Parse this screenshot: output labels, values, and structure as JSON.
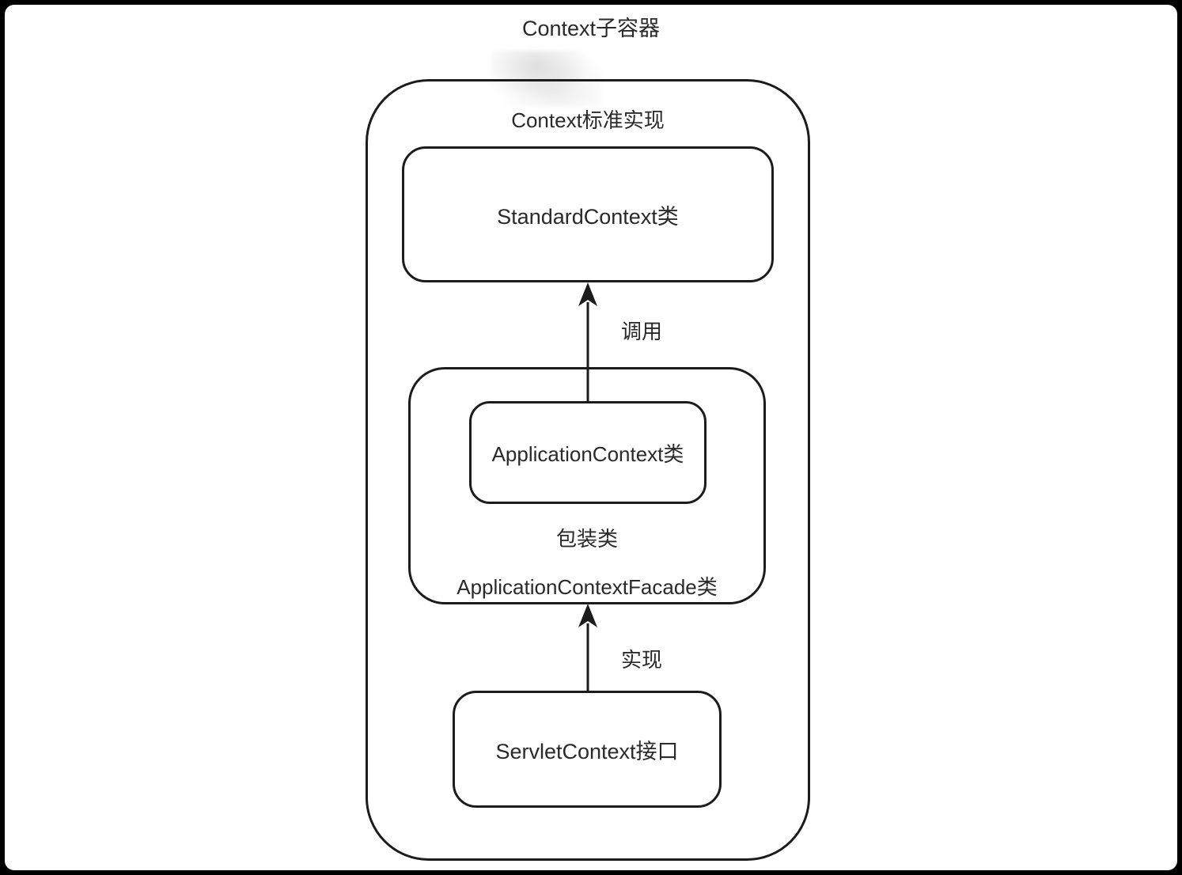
{
  "page": {
    "title": "Context子容器"
  },
  "diagram": {
    "outer_container": {
      "label": "Context标准实现"
    },
    "middle_container": {
      "caption_line1": "包装类",
      "caption_line2": "ApplicationContextFacade类"
    },
    "nodes": {
      "standard_context": {
        "label": "StandardContext类"
      },
      "application_context": {
        "label": "ApplicationContext类"
      },
      "servlet_context": {
        "label": "ServletContext接口"
      }
    },
    "edges": [
      {
        "label": "调用"
      },
      {
        "label": "实现"
      }
    ],
    "colors": {
      "stroke": "#1c1c1c",
      "text": "#2a2a2a",
      "background": "#ffffff",
      "frame": "#000000"
    }
  }
}
